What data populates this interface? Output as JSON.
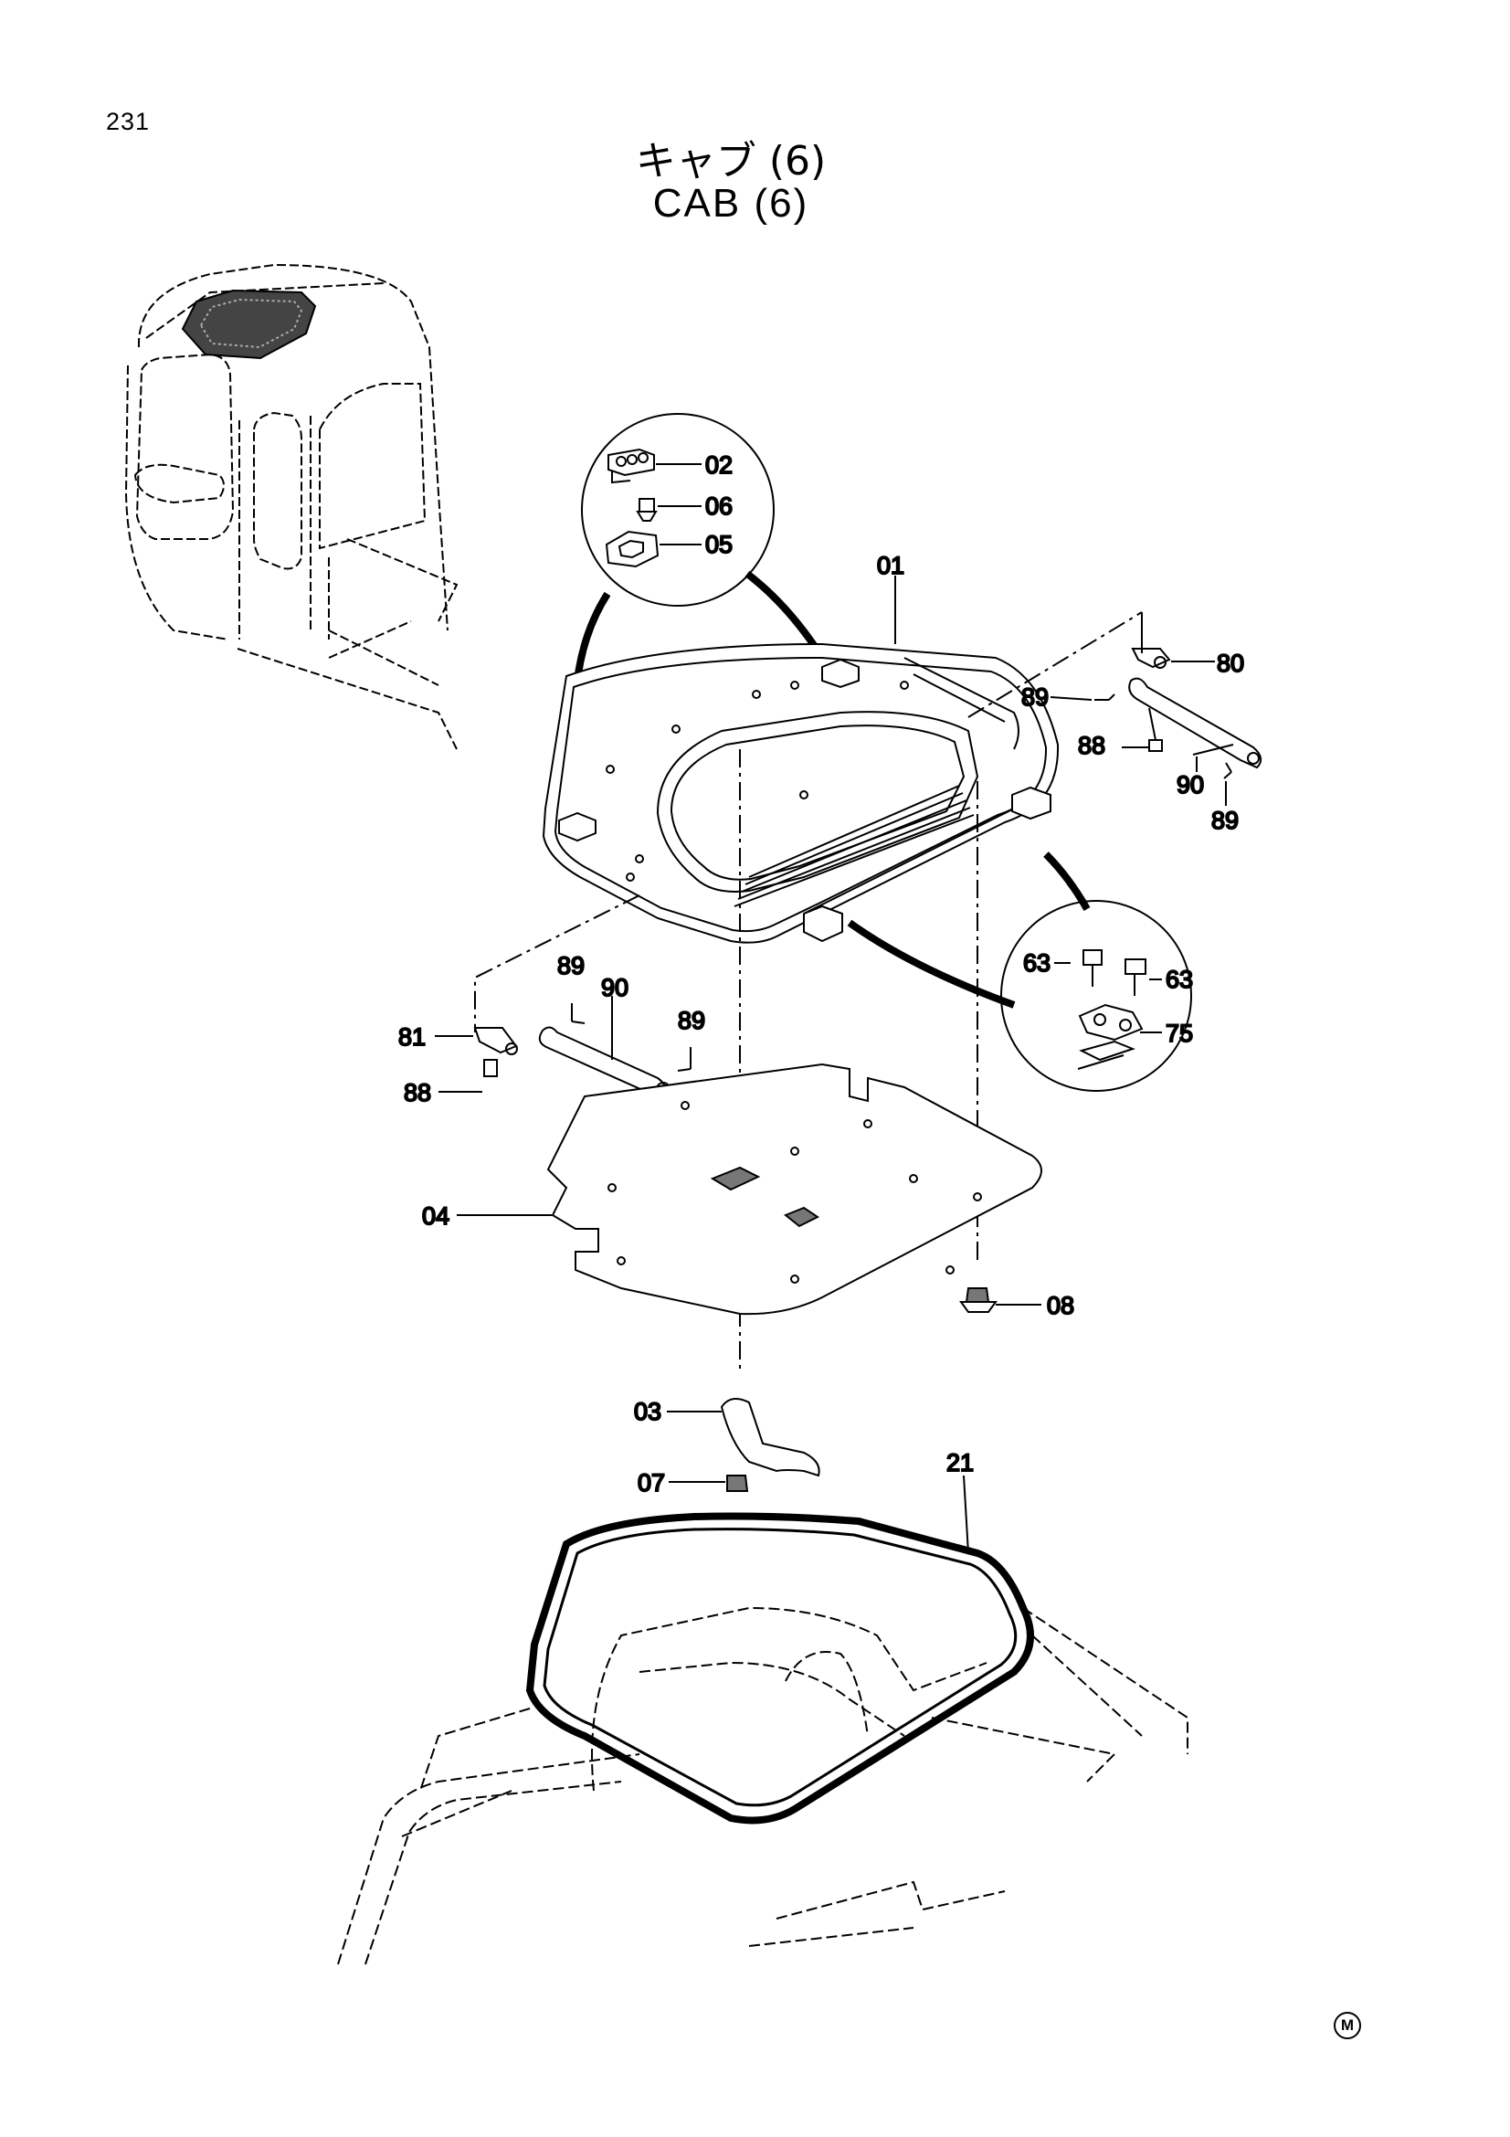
{
  "page": {
    "number": "231",
    "title_jp": "キャブ (6)",
    "title_en": "CAB (6)",
    "mark": "M"
  },
  "callouts": {
    "c01": "01",
    "c02": "02",
    "c03": "03",
    "c04": "04",
    "c05": "05",
    "c06": "06",
    "c07": "07",
    "c08": "08",
    "c21": "21",
    "c63a": "63",
    "c63b": "63",
    "c75": "75",
    "c80": "80",
    "c81": "81",
    "c88a": "88",
    "c88b": "88",
    "c89a": "89",
    "c89b": "89",
    "c89c": "89",
    "c89d": "89",
    "c90a": "90",
    "c90b": "90"
  }
}
